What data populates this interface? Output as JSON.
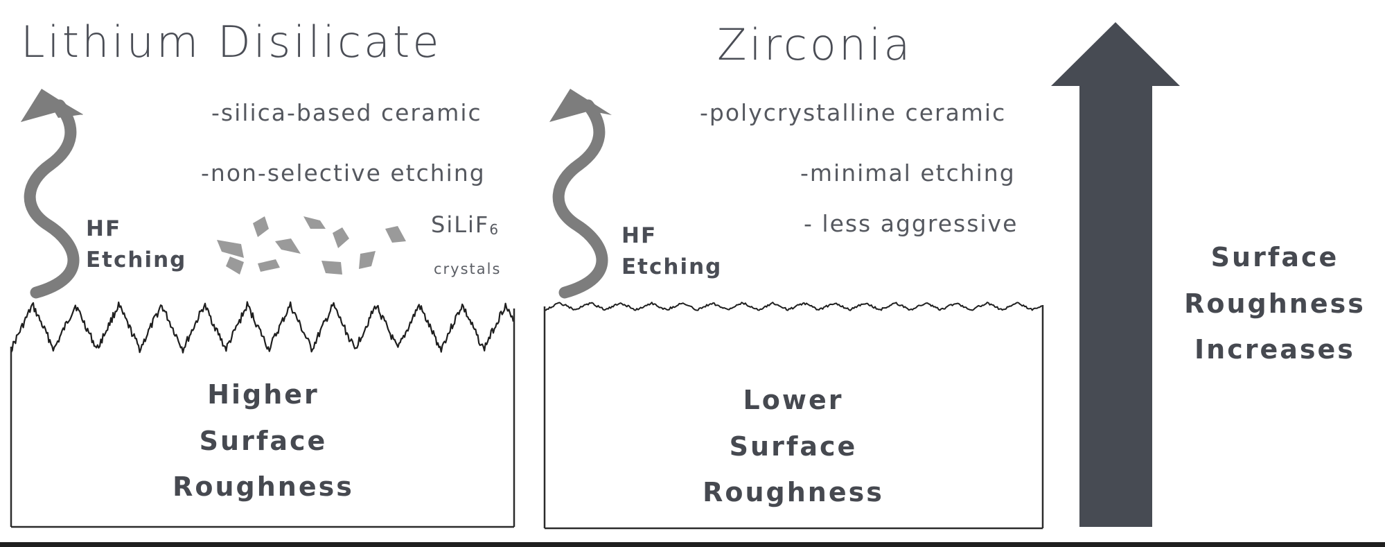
{
  "colors": {
    "background": "#ffffff",
    "text": "#4a4d55",
    "big_arrow": "#474b53",
    "wavy_arrow": "#7d7d7d",
    "crystals": "#9a9a9a",
    "outline": "#2b2b2b"
  },
  "left_panel": {
    "title": "Lithium Disilicate",
    "properties": [
      "-silica-based ceramic",
      "-non-selective etching"
    ],
    "etching_label_line1": "HF",
    "etching_label_line2": "Etching",
    "product_formula": "SiLiF",
    "product_subscript": "6",
    "product_caption": "crystals",
    "result_line1": "Higher",
    "result_line2": "Surface",
    "result_line3": "Roughness",
    "wavy_arrow_icon": "wavy-up-arrow",
    "crystal_icon": "crystal-shard"
  },
  "right_panel": {
    "title": "Zirconia",
    "properties": [
      "-polycrystalline ceramic",
      "-minimal etching",
      "- less aggressive"
    ],
    "etching_label_line1": "HF",
    "etching_label_line2": "Etching",
    "result_line1": "Lower",
    "result_line2": "Surface",
    "result_line3": "Roughness",
    "wavy_arrow_icon": "wavy-up-arrow"
  },
  "scale": {
    "label_line1": "Surface",
    "label_line2": "Roughness",
    "label_line3": "Increases",
    "arrow_icon": "up-arrow"
  }
}
